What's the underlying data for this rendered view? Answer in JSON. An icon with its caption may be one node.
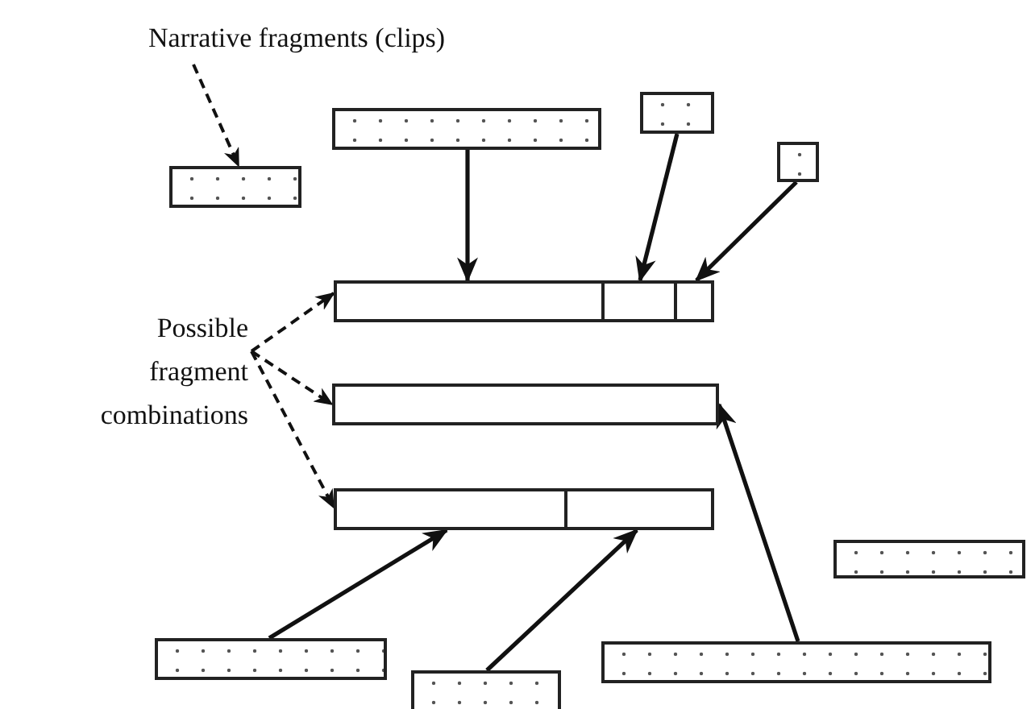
{
  "diagram": {
    "nodes": [
      {
        "text": [
          "Narrative fragments (clips)"
        ]
      },
      {
        "text": [],
        "shape": "box"
      },
      {
        "text": [],
        "shape": "box"
      },
      {
        "text": [],
        "shape": "box"
      },
      {
        "text": [],
        "shape": "box"
      },
      {
        "text": [],
        "shape": "box"
      },
      {
        "text": [],
        "shape": "box"
      },
      {
        "text": [],
        "shape": "box"
      },
      {
        "text": [
          "Possible fragment combinations"
        ]
      },
      {
        "text": [],
        "shape": "box"
      },
      {
        "text": [],
        "shape": "box"
      },
      {
        "text": [],
        "shape": "box"
      },
      {
        "text": [],
        "shape": "box"
      },
      {
        "text": [],
        "shape": "box"
      },
      {
        "text": [],
        "shape": "box"
      },
      {
        "text": [],
        "shape": "box"
      }
    ],
    "edges": [
      {
        "from": 0,
        "to": 1,
        "arrow": "to",
        "style": "dashed"
      },
      {
        "from": 2,
        "to": 5,
        "arrow": "to"
      },
      {
        "from": 3,
        "to": 6,
        "arrow": "to"
      },
      {
        "from": 4,
        "to": 7,
        "arrow": "to"
      },
      {
        "from": 8,
        "to": 5,
        "arrow": "to",
        "style": "dashed"
      },
      {
        "from": 8,
        "to": 9,
        "arrow": "to",
        "style": "dashed"
      },
      {
        "from": 8,
        "to": 10,
        "arrow": "to",
        "style": "dashed"
      },
      {
        "from": 13,
        "to": 10,
        "arrow": "to"
      },
      {
        "from": 14,
        "to": 11,
        "arrow": "to"
      },
      {
        "from": 15,
        "to": 9,
        "arrow": "to"
      }
    ]
  }
}
